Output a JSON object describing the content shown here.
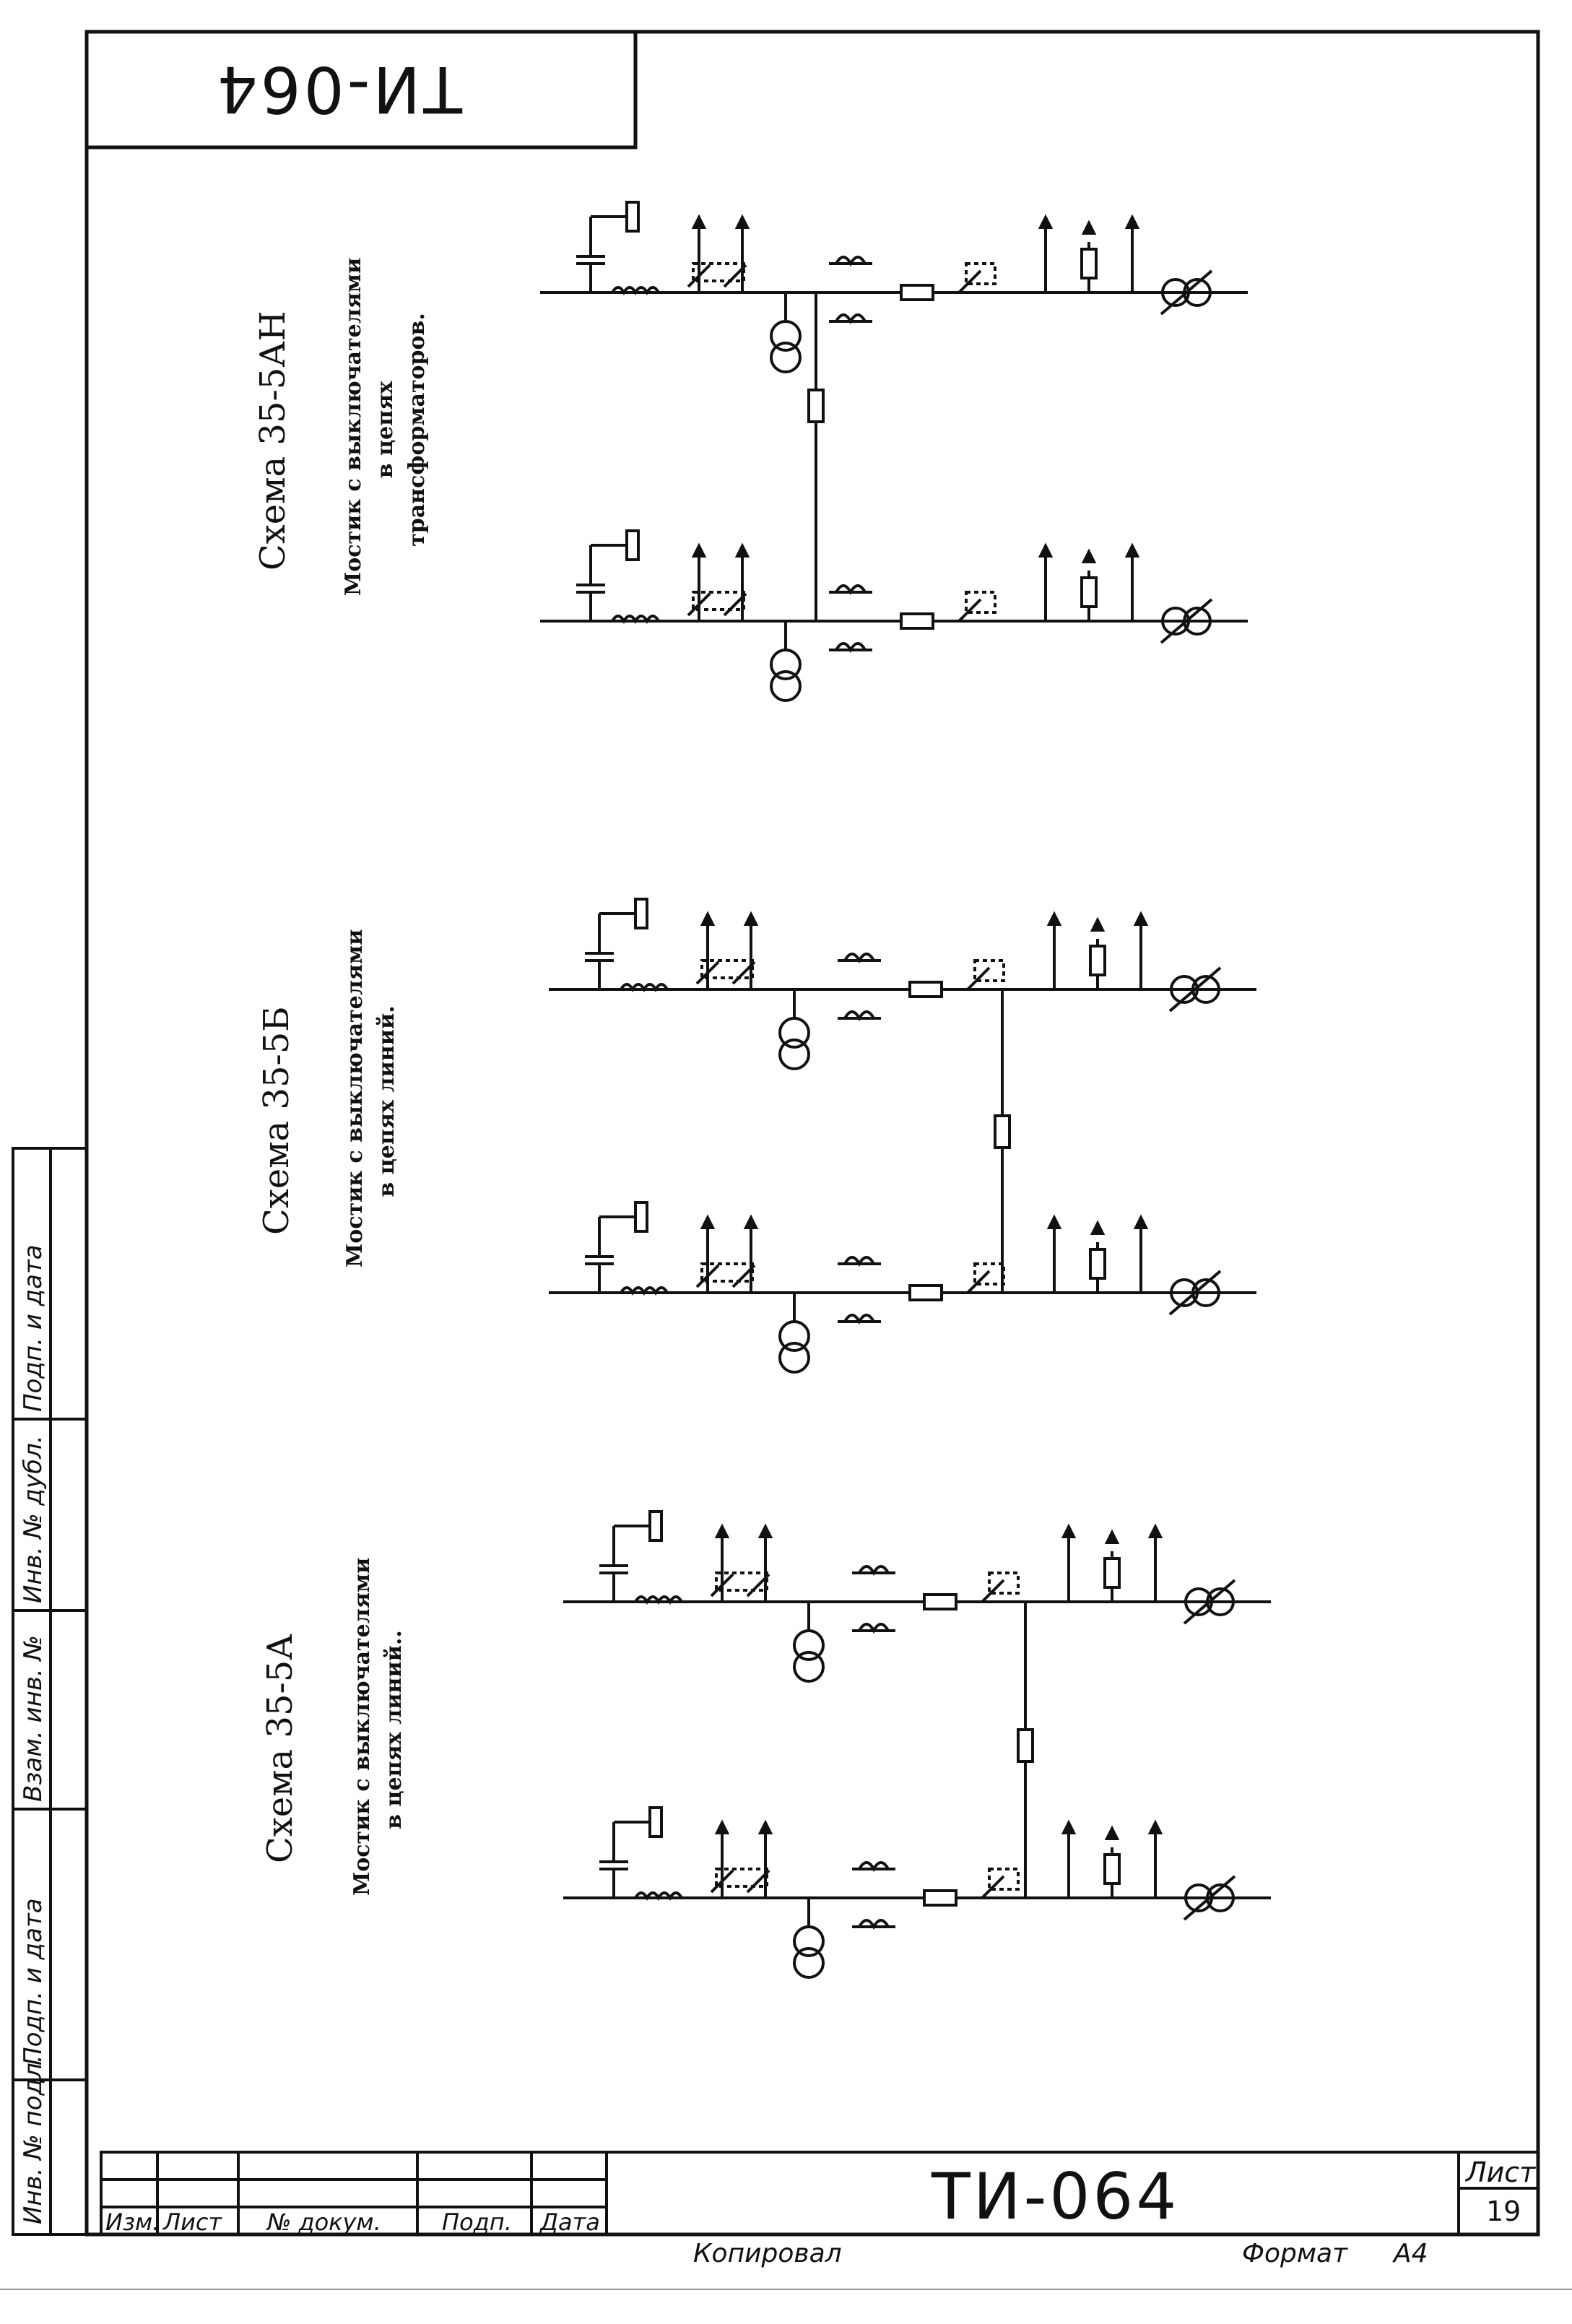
{
  "stamp": {
    "code_rotated": "ТИ-064"
  },
  "schemes": [
    {
      "title": "Схема 35-5АН",
      "description": [
        "Мостик с выключателями",
        "в цепях",
        "трансформаторов."
      ]
    },
    {
      "title": "Схема 35-5Б",
      "description": [
        "Мостик с выключателями",
        "в цепях линий."
      ]
    },
    {
      "title": "Схема 35-5А",
      "description": [
        "Мостик с выключателями",
        "в цепях линий.."
      ]
    }
  ],
  "left_strip": {
    "labels": [
      "Инв. № подл.",
      "Подп. и дата",
      "Взам. инв. №",
      "Инв. № дубл.",
      "Подп. и дата"
    ]
  },
  "title_block": {
    "headers": [
      "Изм.",
      "Лист",
      "№ докум.",
      "Подп.",
      "Дата"
    ],
    "doc_code": "ТИ-064",
    "sheet_label": "Лист",
    "sheet_number": "19"
  },
  "footer": {
    "copied": "Копировал",
    "format_label": "Формат",
    "format_value": "А4"
  }
}
